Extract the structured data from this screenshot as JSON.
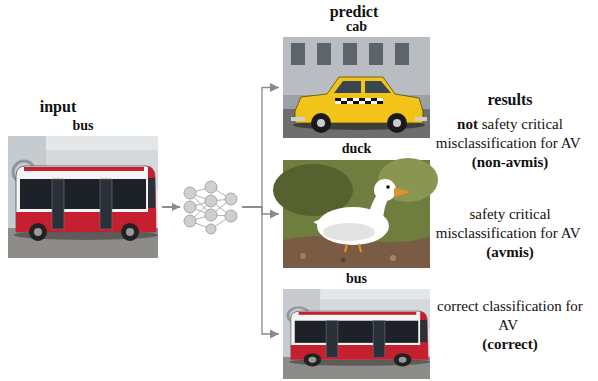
{
  "diagram": {
    "nodes": [
      {
        "text": [
          "bus"
        ]
      },
      {
        "text": [
          "cab"
        ]
      },
      {
        "text": [
          "duck"
        ]
      },
      {
        "text": [
          "bus"
        ]
      }
    ],
    "edges": [
      {
        "from": 0,
        "to": 1,
        "arrow": "to"
      },
      {
        "from": 0,
        "to": 2,
        "arrow": "to"
      },
      {
        "from": 0,
        "to": 3,
        "arrow": "to"
      }
    ],
    "labels": [
      "input",
      "predict",
      "results",
      "not",
      "safety critical misclassification for AV",
      "(non-avmis)",
      "safety critical misclassification for AV",
      "(avmis)",
      "correct classification for AV",
      "(correct)"
    ]
  }
}
